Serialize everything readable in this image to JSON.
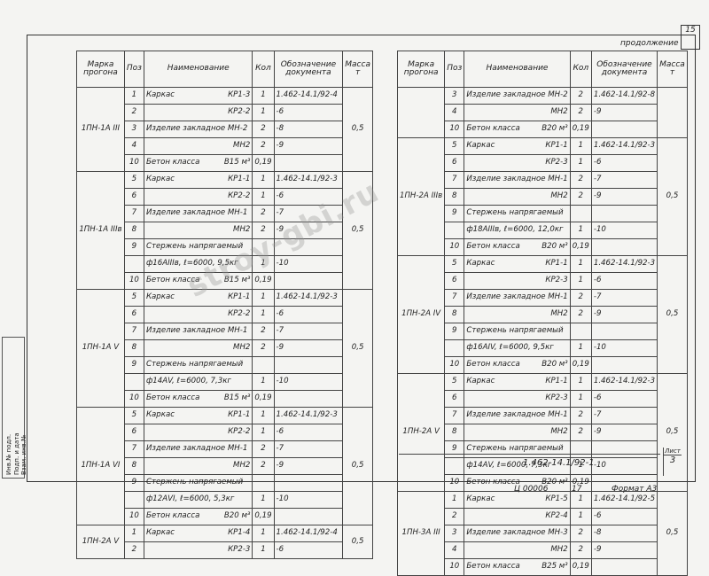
{
  "top_page": "15",
  "continuation": "продолжение",
  "headers": {
    "mark": "Марка прогона",
    "pos": "Поз",
    "name": "Наименование",
    "qty": "Кол",
    "doc": "Обозначение документа",
    "mass": "Масса т"
  },
  "left_table": {
    "groups": [
      {
        "mark": "1ПН-1А III",
        "mass": "0,5",
        "rows": [
          {
            "pos": "1",
            "name": "Каркас",
            "spec": "КР1-3",
            "qty": "1",
            "doc": "1.462-14.1/92-4"
          },
          {
            "pos": "2",
            "name": "",
            "spec": "КР2-2",
            "qty": "1",
            "doc": "-6"
          },
          {
            "pos": "3",
            "name": "Изделие закладное МН-2",
            "spec": "",
            "qty": "2",
            "doc": "-8"
          },
          {
            "pos": "4",
            "name": "",
            "spec": "МН2",
            "qty": "2",
            "doc": "-9"
          },
          {
            "pos": "10",
            "name": "Бетон класса",
            "spec": "В15 м³",
            "qty": "0,19",
            "doc": ""
          }
        ]
      },
      {
        "mark": "1ПН-1А IIIв",
        "mass": "0,5",
        "rows": [
          {
            "pos": "5",
            "name": "Каркас",
            "spec": "КР1-1",
            "qty": "1",
            "doc": "1.462-14.1/92-3"
          },
          {
            "pos": "6",
            "name": "",
            "spec": "КР2-2",
            "qty": "1",
            "doc": "-6"
          },
          {
            "pos": "7",
            "name": "Изделие закладное МН-1",
            "spec": "",
            "qty": "2",
            "doc": "-7"
          },
          {
            "pos": "8",
            "name": "",
            "spec": "МН2",
            "qty": "2",
            "doc": "-9"
          },
          {
            "pos": "9",
            "name": "Стержень напрягаемый",
            "spec": "",
            "qty": "",
            "doc": ""
          },
          {
            "pos": "",
            "name": "ф16АIIIв, ℓ=6000, 9,5кг",
            "spec": "",
            "qty": "1",
            "doc": "-10"
          },
          {
            "pos": "10",
            "name": "Бетон класса",
            "spec": "В15 м³",
            "qty": "0,19",
            "doc": ""
          }
        ]
      },
      {
        "mark": "1ПН-1А V",
        "mass": "0,5",
        "rows": [
          {
            "pos": "5",
            "name": "Каркас",
            "spec": "КР1-1",
            "qty": "1",
            "doc": "1.462-14.1/92-3"
          },
          {
            "pos": "6",
            "name": "",
            "spec": "КР2-2",
            "qty": "1",
            "doc": "-6"
          },
          {
            "pos": "7",
            "name": "Изделие закладное МН-1",
            "spec": "",
            "qty": "2",
            "doc": "-7"
          },
          {
            "pos": "8",
            "name": "",
            "spec": "МН2",
            "qty": "2",
            "doc": "-9"
          },
          {
            "pos": "9",
            "name": "Стержень напрягаемый",
            "spec": "",
            "qty": "",
            "doc": ""
          },
          {
            "pos": "",
            "name": "ф14АV, ℓ=6000, 7,3кг",
            "spec": "",
            "qty": "1",
            "doc": "-10"
          },
          {
            "pos": "10",
            "name": "Бетон класса",
            "spec": "В15 м³",
            "qty": "0,19",
            "doc": ""
          }
        ]
      },
      {
        "mark": "1ПН-1А VI",
        "mass": "0,5",
        "rows": [
          {
            "pos": "5",
            "name": "Каркас",
            "spec": "КР1-1",
            "qty": "1",
            "doc": "1.462-14.1/92-3"
          },
          {
            "pos": "6",
            "name": "",
            "spec": "КР2-2",
            "qty": "1",
            "doc": "-6"
          },
          {
            "pos": "7",
            "name": "Изделие закладное МН-1",
            "spec": "",
            "qty": "2",
            "doc": "-7"
          },
          {
            "pos": "8",
            "name": "",
            "spec": "МН2",
            "qty": "2",
            "doc": "-9"
          },
          {
            "pos": "9",
            "name": "Стержень напрягаемый",
            "spec": "",
            "qty": "",
            "doc": ""
          },
          {
            "pos": "",
            "name": "ф12АVI, ℓ=6000, 5,3кг",
            "spec": "",
            "qty": "1",
            "doc": "-10"
          },
          {
            "pos": "10",
            "name": "Бетон класса",
            "spec": "В20 м³",
            "qty": "0,19",
            "doc": ""
          }
        ]
      },
      {
        "mark": "1ПН-2А V",
        "mass": "0,5",
        "rows": [
          {
            "pos": "1",
            "name": "Каркас",
            "spec": "КР1-4",
            "qty": "1",
            "doc": "1.462-14.1/92-4"
          },
          {
            "pos": "2",
            "name": "",
            "spec": "КР2-3",
            "qty": "1",
            "doc": "-6"
          }
        ]
      }
    ]
  },
  "right_table": {
    "groups": [
      {
        "mark": "",
        "mass": "",
        "rows": [
          {
            "pos": "3",
            "name": "Изделие закладное МН-2",
            "spec": "",
            "qty": "2",
            "doc": "1.462-14.1/92-8"
          },
          {
            "pos": "4",
            "name": "",
            "spec": "МН2",
            "qty": "2",
            "doc": "-9"
          },
          {
            "pos": "10",
            "name": "Бетон класса",
            "spec": "В20 м³",
            "qty": "0,19",
            "doc": ""
          }
        ]
      },
      {
        "mark": "1ПН-2А IIIв",
        "mass": "0,5",
        "rows": [
          {
            "pos": "5",
            "name": "Каркас",
            "spec": "КР1-1",
            "qty": "1",
            "doc": "1.462-14.1/92-3"
          },
          {
            "pos": "6",
            "name": "",
            "spec": "КР2-3",
            "qty": "1",
            "doc": "-6"
          },
          {
            "pos": "7",
            "name": "Изделие закладное МН-1",
            "spec": "",
            "qty": "2",
            "doc": "-7"
          },
          {
            "pos": "8",
            "name": "",
            "spec": "МН2",
            "qty": "2",
            "doc": "-9"
          },
          {
            "pos": "9",
            "name": "Стержень напрягаемый",
            "spec": "",
            "qty": "",
            "doc": ""
          },
          {
            "pos": "",
            "name": "ф18АIIIв, ℓ=6000, 12,0кг",
            "spec": "",
            "qty": "1",
            "doc": "-10"
          },
          {
            "pos": "10",
            "name": "Бетон класса",
            "spec": "В20 м³",
            "qty": "0,19",
            "doc": ""
          }
        ]
      },
      {
        "mark": "1ПН-2А IV",
        "mass": "0,5",
        "rows": [
          {
            "pos": "5",
            "name": "Каркас",
            "spec": "КР1-1",
            "qty": "1",
            "doc": "1.462-14.1/92-3"
          },
          {
            "pos": "6",
            "name": "",
            "spec": "КР2-3",
            "qty": "1",
            "doc": "-6"
          },
          {
            "pos": "7",
            "name": "Изделие закладное МН-1",
            "spec": "",
            "qty": "2",
            "doc": "-7"
          },
          {
            "pos": "8",
            "name": "",
            "spec": "МН2",
            "qty": "2",
            "doc": "-9"
          },
          {
            "pos": "9",
            "name": "Стержень напрягаемый",
            "spec": "",
            "qty": "",
            "doc": ""
          },
          {
            "pos": "",
            "name": "ф16АIV, ℓ=6000, 9,5кг",
            "spec": "",
            "qty": "1",
            "doc": "-10"
          },
          {
            "pos": "10",
            "name": "Бетон класса",
            "spec": "В20 м³",
            "qty": "0,19",
            "doc": ""
          }
        ]
      },
      {
        "mark": "1ПН-2А V",
        "mass": "0,5",
        "rows": [
          {
            "pos": "5",
            "name": "Каркас",
            "spec": "КР1-1",
            "qty": "1",
            "doc": "1.462-14.1/92-3"
          },
          {
            "pos": "6",
            "name": "",
            "spec": "КР2-3",
            "qty": "1",
            "doc": "-6"
          },
          {
            "pos": "7",
            "name": "Изделие закладное МН-1",
            "spec": "",
            "qty": "2",
            "doc": "-7"
          },
          {
            "pos": "8",
            "name": "",
            "spec": "МН2",
            "qty": "2",
            "doc": "-9"
          },
          {
            "pos": "9",
            "name": "Стержень напрягаемый",
            "spec": "",
            "qty": "",
            "doc": ""
          },
          {
            "pos": "",
            "name": "ф14АV, ℓ=6000, 7,3кг",
            "spec": "",
            "qty": "1",
            "doc": "-10"
          },
          {
            "pos": "10",
            "name": "Бетон класса",
            "spec": "В20 м³",
            "qty": "0,19",
            "doc": ""
          }
        ]
      },
      {
        "mark": "1ПН-3А III",
        "mass": "0,5",
        "rows": [
          {
            "pos": "1",
            "name": "Каркас",
            "spec": "КР1-5",
            "qty": "1",
            "doc": "1.462-14.1/92-5"
          },
          {
            "pos": "2",
            "name": "",
            "spec": "КР2-4",
            "qty": "1",
            "doc": "-6"
          },
          {
            "pos": "3",
            "name": "Изделие закладное МН-3",
            "spec": "",
            "qty": "2",
            "doc": "-8"
          },
          {
            "pos": "4",
            "name": "",
            "spec": "МН2",
            "qty": "2",
            "doc": "-9"
          },
          {
            "pos": "10",
            "name": "Бетон класса",
            "spec": "В25 м³",
            "qty": "0,19",
            "doc": ""
          }
        ]
      }
    ]
  },
  "stamp": {
    "doc_code": "1.462-14.1/92-1",
    "sheet_label": "Лист",
    "sheet_no": "3",
    "archive": "Ц 00006",
    "num": "17",
    "format": "Формат А3"
  },
  "watermark": "stroy-gbi.ru",
  "side_labels": [
    "Инв.№ подл.",
    "Подп. и дата",
    "Взам. инв.№"
  ]
}
